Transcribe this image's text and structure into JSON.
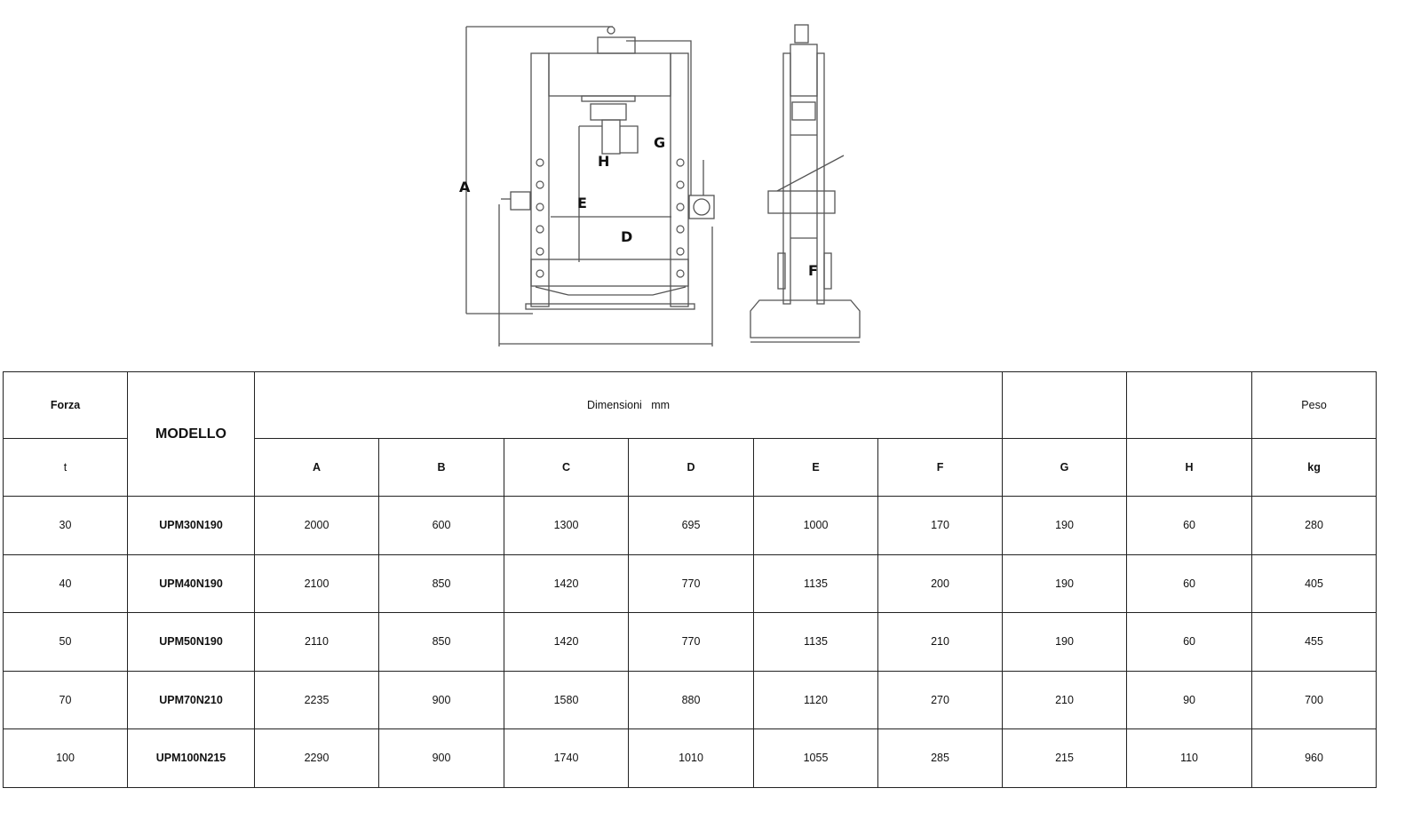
{
  "drawing": {
    "labels": {
      "A": "A",
      "D": "D",
      "E": "E",
      "F": "F",
      "G": "G",
      "H": "H"
    }
  },
  "table": {
    "header": {
      "forza": "Forza",
      "modello": "MODELLO",
      "dimensioni": "Dimensioni   mm",
      "peso": "Peso",
      "unit_forza": "t",
      "dims": [
        "A",
        "B",
        "C",
        "D",
        "E",
        "F",
        "G",
        "H"
      ],
      "unit_peso": "kg"
    },
    "rows": [
      {
        "forza": "30",
        "modello": "UPM30N190",
        "v": [
          "2000",
          "600",
          "1300",
          "695",
          "1000",
          "170",
          "190",
          "60"
        ],
        "peso": "280"
      },
      {
        "forza": "40",
        "modello": "UPM40N190",
        "v": [
          "2100",
          "850",
          "1420",
          "770",
          "1135",
          "200",
          "190",
          "60"
        ],
        "peso": "405"
      },
      {
        "forza": "50",
        "modello": "UPM50N190",
        "v": [
          "2110",
          "850",
          "1420",
          "770",
          "1135",
          "210",
          "190",
          "60"
        ],
        "peso": "455"
      },
      {
        "forza": "70",
        "modello": "UPM70N210",
        "v": [
          "2235",
          "900",
          "1580",
          "880",
          "1120",
          "270",
          "210",
          "90"
        ],
        "peso": "700"
      },
      {
        "forza": "100",
        "modello": "UPM100N215",
        "v": [
          "2290",
          "900",
          "1740",
          "1010",
          "1055",
          "285",
          "215",
          "110"
        ],
        "peso": "960"
      }
    ]
  }
}
